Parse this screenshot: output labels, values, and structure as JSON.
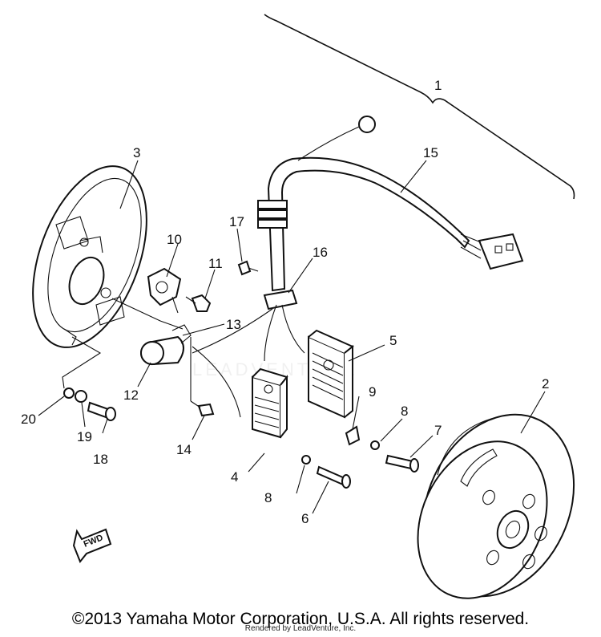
{
  "callouts": [
    {
      "id": "c1",
      "text": "1"
    },
    {
      "id": "c2",
      "text": "2"
    },
    {
      "id": "c3",
      "text": "3"
    },
    {
      "id": "c4",
      "text": "4"
    },
    {
      "id": "c5",
      "text": "5"
    },
    {
      "id": "c6",
      "text": "6"
    },
    {
      "id": "c7",
      "text": "7"
    },
    {
      "id": "c8a",
      "text": "8"
    },
    {
      "id": "c8b",
      "text": "8"
    },
    {
      "id": "c9",
      "text": "9"
    },
    {
      "id": "c10",
      "text": "10"
    },
    {
      "id": "c11",
      "text": "11"
    },
    {
      "id": "c12",
      "text": "12"
    },
    {
      "id": "c13",
      "text": "13"
    },
    {
      "id": "c14",
      "text": "14"
    },
    {
      "id": "c15",
      "text": "15"
    },
    {
      "id": "c16",
      "text": "16"
    },
    {
      "id": "c17",
      "text": "17"
    },
    {
      "id": "c18",
      "text": "18"
    },
    {
      "id": "c19",
      "text": "19"
    },
    {
      "id": "c20",
      "text": "20"
    }
  ],
  "direction_label": "FWD",
  "watermark": "LEADVENTURE",
  "copyright": "©2013 Yamaha Motor Corporation, U.S.A. All rights reserved.",
  "rendered_by": "Rendered by LeadVenture, Inc."
}
